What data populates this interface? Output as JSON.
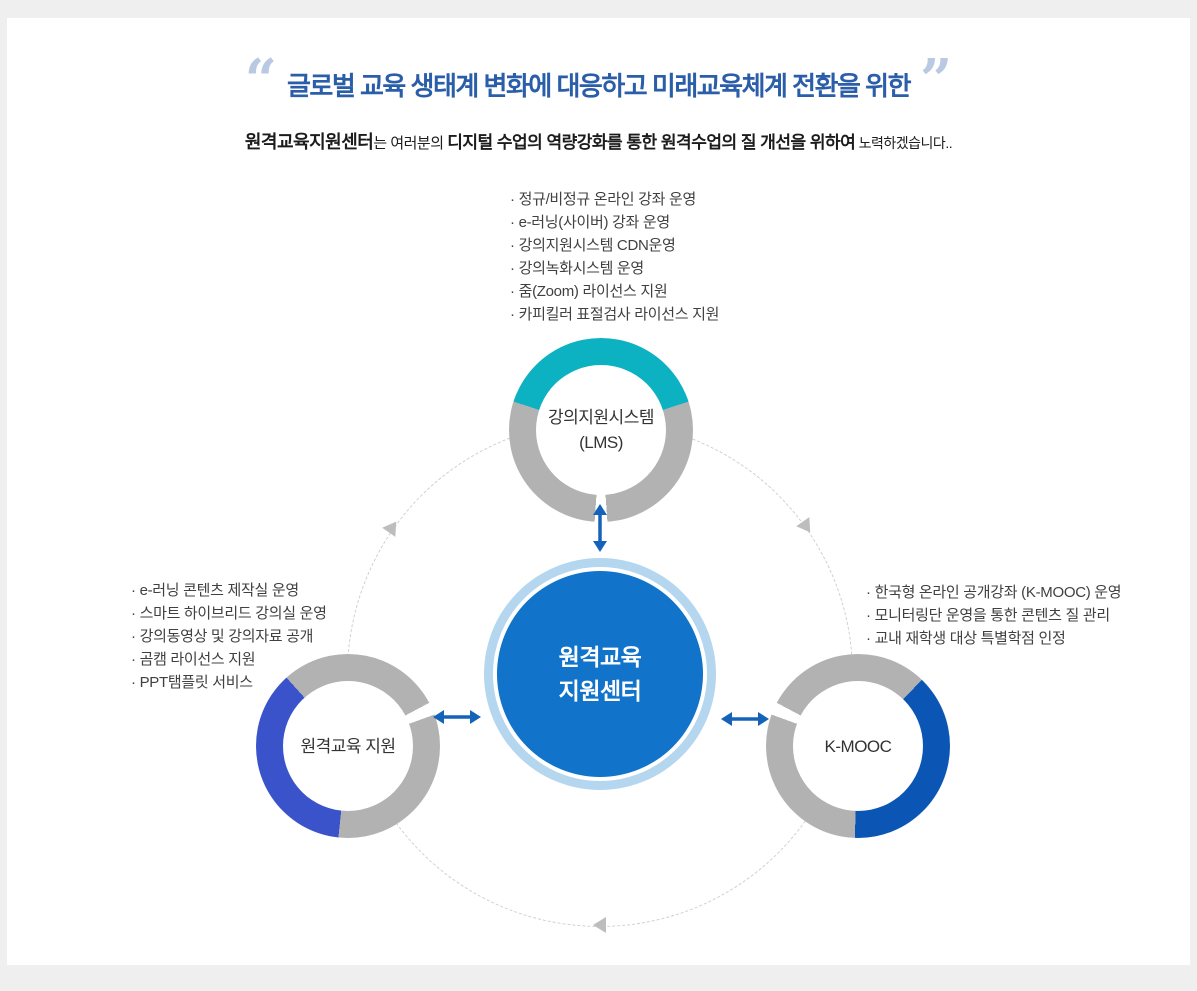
{
  "header": {
    "quote_open": "“",
    "quote_close": "”",
    "title": "글로벌 교육 생태계 변화에 대응하고 미래교육체계 전환을 위한",
    "subtitle": {
      "bold1": "원격교육지원센터",
      "regular1": "는 여러분의 ",
      "bold2": "디지털 수업의 역량강화를 통한 원격수업의 질 개선을 위하여",
      "regular2": " 노력하겠습니다.."
    }
  },
  "diagram": {
    "bullet": "·",
    "center": {
      "line1": "원격교육",
      "line2": "지원센터"
    },
    "nodes": [
      {
        "id": "lms",
        "label_line1": "강의지원시스템",
        "label_line2": "(LMS)",
        "accent": "#0cb2c2",
        "items": [
          "정규/비정규 온라인 강좌 운영",
          "e-러닝(사이버) 강좌 운영",
          "강의지원시스템 CDN운영",
          "강의녹화시스템 운영",
          "줌(Zoom) 라이선스 지원",
          "카피킬러 표절검사 라이선스 지원"
        ]
      },
      {
        "id": "remote-support",
        "label": "원격교육 지원",
        "accent": "#3a53cb",
        "items": [
          "e-러닝 콘텐츠 제작실 운영",
          "스마트 하이브리드 강의실 운영",
          "강의동영상 및 강의자료 공개",
          "곰캠 라이선스 지원",
          "PPT탬플릿 서비스"
        ]
      },
      {
        "id": "kmooc",
        "label": "K-MOOC",
        "accent": "#0b56b4",
        "items": [
          "한국형 온라인 공개강좌 (K-MOOC) 운영",
          "모니터링단 운영을 통한 콘텐츠 질 관리",
          "교내 재학생 대상 특별학점 인정"
        ]
      }
    ]
  },
  "colors": {
    "bg": "#efefef",
    "panel": "#ffffff",
    "title-blue": "#2b5ea9",
    "quote": "#b9c9e3",
    "center-blue": "#1173c9",
    "halo": "#b5d6ef",
    "ring-gray": "#b2b2b2",
    "teal": "#0cb2c2",
    "accent-left": "#3a53cb",
    "accent-right": "#0b56b4",
    "arrow-blue": "#1563b8",
    "dashed": "#cfcfcf",
    "tri-gray": "#bdbdbd"
  }
}
